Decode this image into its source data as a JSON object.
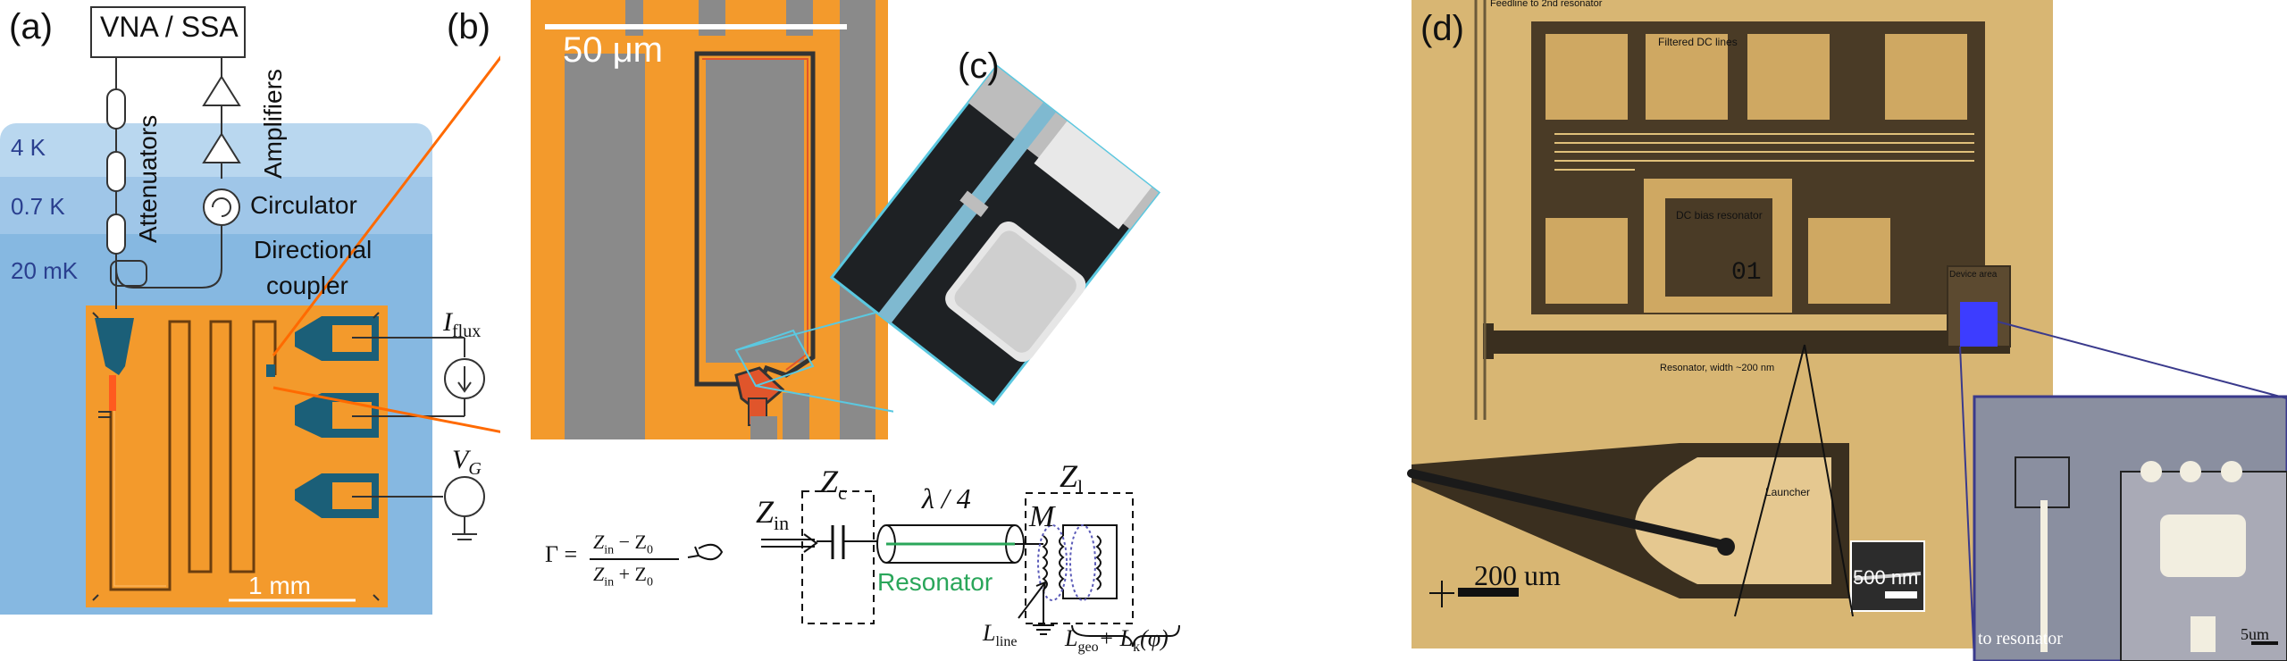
{
  "panel_a": {
    "label": "(a)",
    "instrument": "VNA / SSA",
    "attenuators": "Attenuators",
    "amplifiers": "Amplifiers",
    "circulator": "Circulator",
    "directional_coupler_line1": "Directional",
    "directional_coupler_line2": "coupler",
    "temp_4k": "4 K",
    "temp_07k": "0.7 K",
    "temp_20mk": "20 mK",
    "iflux_I": "I",
    "iflux_sub": "flux",
    "vg_V": "V",
    "vg_sub": "G",
    "scale": "1 mm"
  },
  "panel_b": {
    "label": "(b)",
    "scale": "50 μm"
  },
  "panel_c": {
    "label": "(c)"
  },
  "circuit": {
    "gamma": "Γ =",
    "num_left": "Z",
    "num_left_sub": "in",
    "num_mid": "− Z",
    "num_mid_sub": "0",
    "den_left": "Z",
    "den_left_sub": "in",
    "den_mid": "+ Z",
    "den_mid_sub": "0",
    "zin": "Z",
    "zin_sub": "in",
    "zc": "Z",
    "zc_sub": "c",
    "lambda": "λ / 4",
    "zl": "Z",
    "zl_sub": "l",
    "m": "M",
    "resonator": "Resonator",
    "lline": "L",
    "lline_sub": "line",
    "lgeo": "L",
    "lgeo_sub": "geo",
    "lk_plus": "+ L",
    "lk_sub": "k",
    "lk_phi": "(φ)"
  },
  "panel_d": {
    "label": "(d)",
    "feedline": "Feedline to 2nd resonator",
    "filtered": "Filtered DC lines",
    "dcbias": "DC bias resonator",
    "number": "01",
    "device_area": "Device area",
    "resonator_width": "Resonator, width ~200 nm",
    "launcher": "Launcher",
    "scale_200": "200 um",
    "scale_500": "500 nm",
    "to_resonator": "to resonator",
    "scale_5um": "5um"
  },
  "colors": {
    "orange": "#f39a2c",
    "teal": "#1b5f78",
    "blue_bg": "#a9cbe8",
    "cyan": "#5bc8e0",
    "green": "#2aa65a",
    "gold": "#c9a45a",
    "navy": "#3a3a8c"
  }
}
